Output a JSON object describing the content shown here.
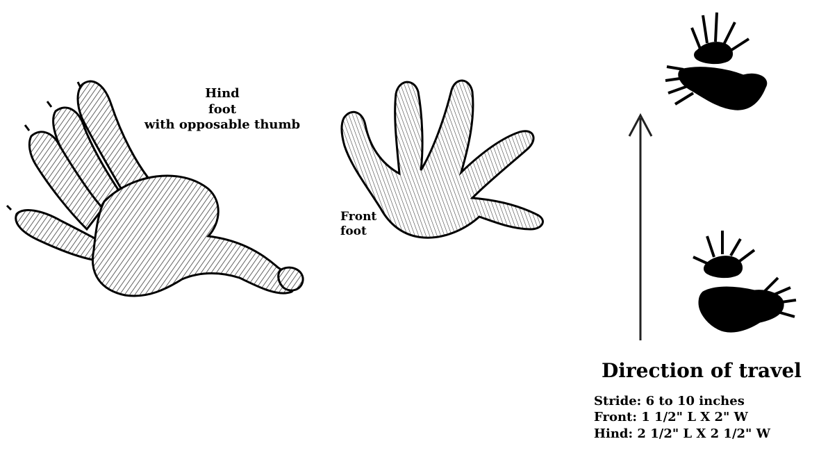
{
  "labels": {
    "hind_line1": "Hind",
    "hind_line2": "foot",
    "hind_line3": "with opposable thumb",
    "front_line1": "Front",
    "front_line2": "foot",
    "direction": "Direction of travel",
    "stride": "Stride: 6 to 10 inches",
    "front_size": "Front: 1 1/2\" L X 2\" W",
    "hind_size": "Hind: 2 1/2\" L X 2 1/2\" W"
  },
  "icons": {
    "hind_foot": "hind-foot-drawing",
    "front_foot": "front-foot-drawing",
    "track_pair_upper": "track-pair-icon",
    "track_pair_lower": "track-pair-icon",
    "direction_arrow": "up-arrow-icon"
  },
  "colors": {
    "ink": "#000000",
    "background": "#ffffff"
  }
}
